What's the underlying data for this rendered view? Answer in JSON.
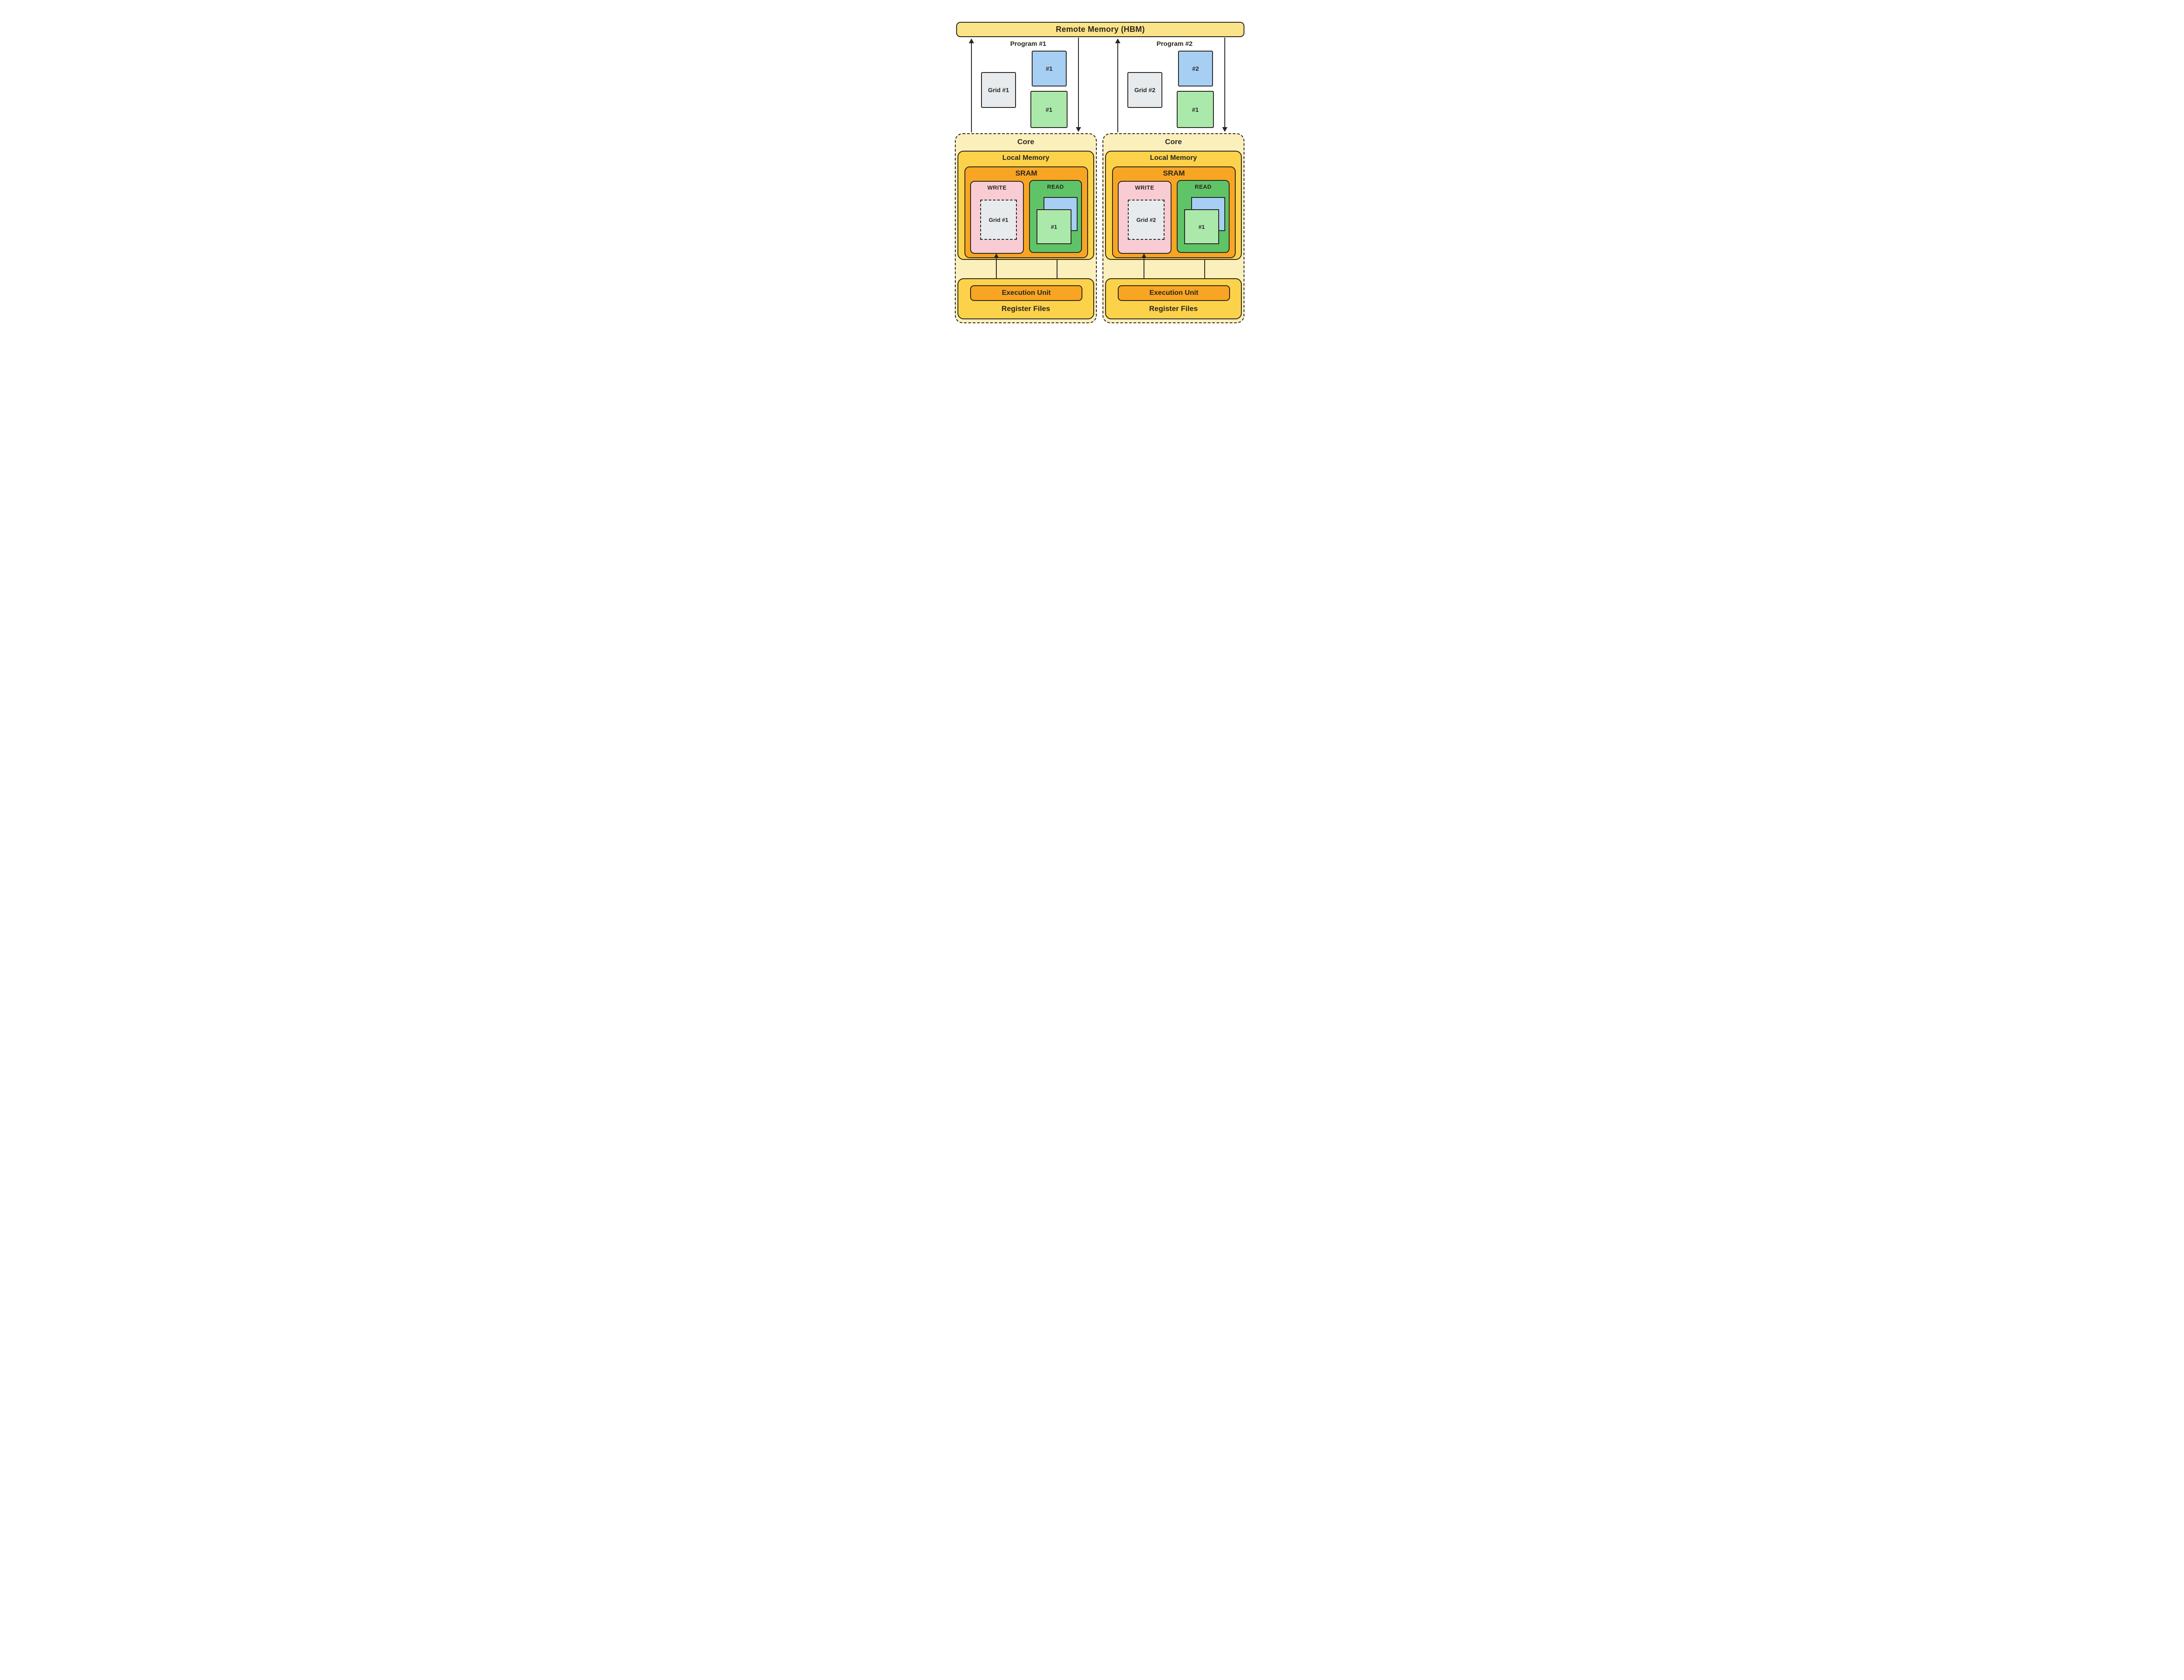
{
  "diagram": {
    "hbm_label": "Remote Memory (HBM)",
    "programs": [
      {
        "title": "Program #1",
        "grid_label": "Grid #1",
        "blue_label": "#1",
        "green_label": "#1"
      },
      {
        "title": "Program #2",
        "grid_label": "Grid #2",
        "blue_label": "#2",
        "green_label": "#1"
      }
    ],
    "cores": [
      {
        "title": "Core",
        "local_memory_label": "Local Memory",
        "sram_label": "SRAM",
        "write_label": "WRITE",
        "read_label": "READ",
        "write_grid_label": "Grid #1",
        "read_tile_label": "#1",
        "execution_unit_label": "Execution Unit",
        "register_files_label": "Register Files"
      },
      {
        "title": "Core",
        "local_memory_label": "Local Memory",
        "sram_label": "SRAM",
        "write_label": "WRITE",
        "read_label": "READ",
        "write_grid_label": "Grid #2",
        "read_tile_label": "#1",
        "execution_unit_label": "Execution Unit",
        "register_files_label": "Register Files"
      }
    ],
    "colors": {
      "ink": "#2a2620",
      "hbm_fill": "#fae388",
      "core_fill": "#fbefbc",
      "local_memory_fill": "#fcd24b",
      "sram_fill": "#f7a522",
      "write_fill": "#f9cbd2",
      "read_fill": "#5fc468",
      "blue_tile_fill": "#a6cff3",
      "green_tile_fill": "#abe9ab",
      "grid_fill": "#e8ebee",
      "exec_unit_fill": "#f7a522"
    }
  }
}
